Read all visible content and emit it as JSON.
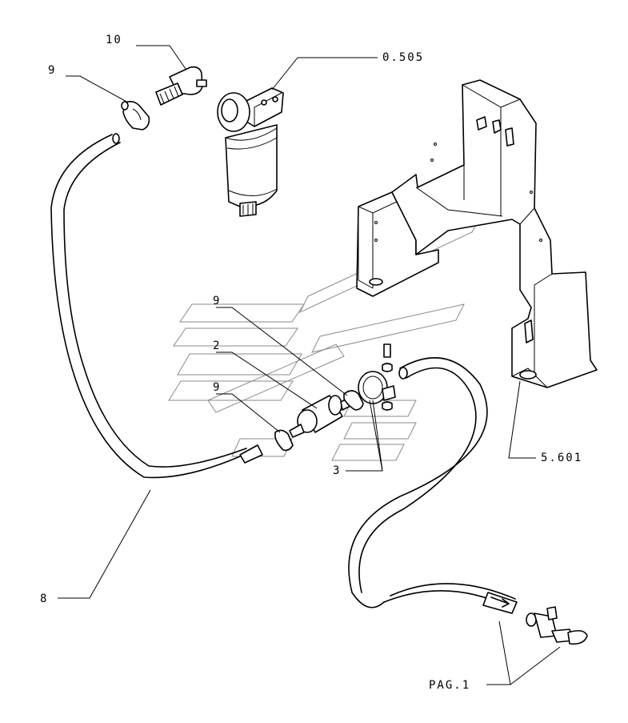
{
  "callouts": {
    "c10": "10",
    "c9_top": "9",
    "c0505": "0.505",
    "c9_mid": "9",
    "c2": "2",
    "c9_low": "9",
    "c3": "3",
    "c5601": "5.601",
    "c8": "8",
    "cpag1": "PAG.1"
  }
}
